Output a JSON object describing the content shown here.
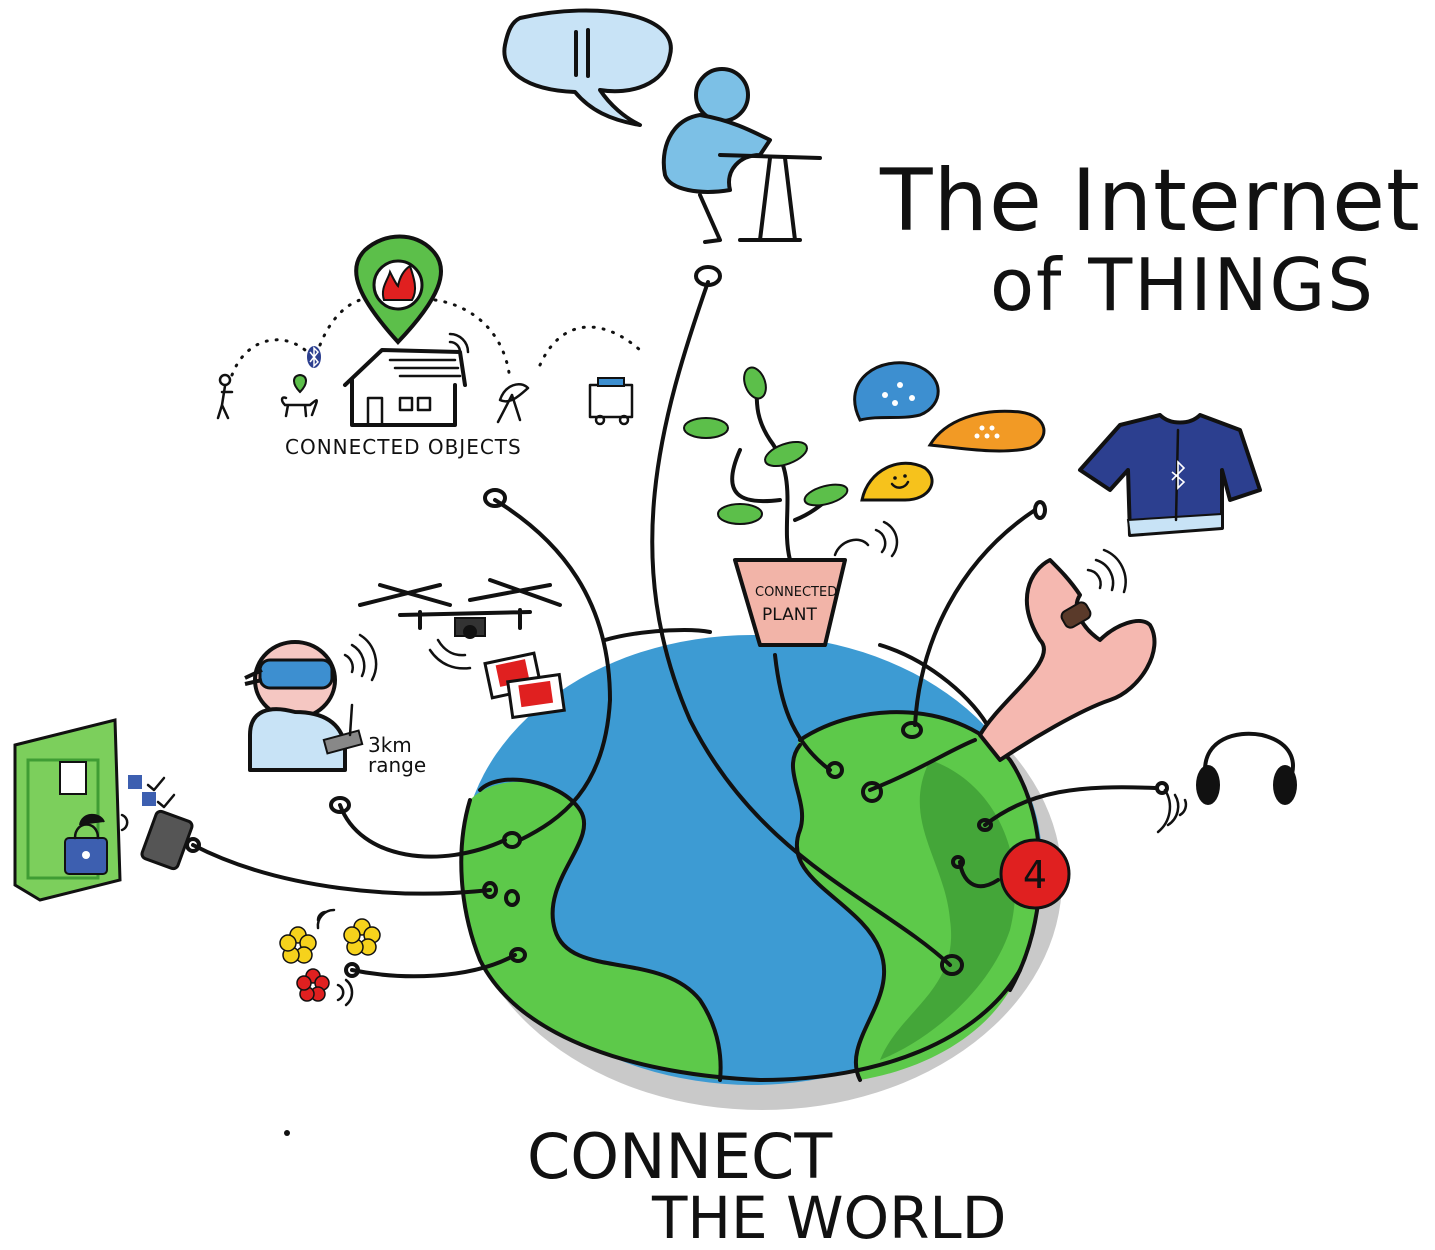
{
  "title": {
    "line1": "The Internet",
    "line2": "of THINGS"
  },
  "caption": {
    "line1": "CONNECT",
    "line2": "THE WORLD"
  },
  "labels": {
    "connected_objects": "CONNECTED OBJECTS",
    "plant_line1": "CONNECTED",
    "plant_line2": "PLANT",
    "drone_range_line1": "3km",
    "drone_range_line2": "range",
    "notification_count": "4"
  },
  "colors": {
    "ocean": "#3d9bd3",
    "land": "#5dc94a",
    "land_dark": "#3f9d34",
    "alert": "#e02020",
    "pin": "#5cbf4a",
    "bubble_blue": "#3d8fd0",
    "bubble_orange": "#f29a25",
    "bubble_yellow": "#f6c21c",
    "jacket": "#2c3f8f",
    "pot": "#f2b4a8",
    "skin": "#f5b8b0",
    "person_blue": "#7cc0e6",
    "door": "#7ccf5c"
  },
  "icons": [
    "speech-bubble-icon",
    "person-at-desk-icon",
    "location-pin-icon",
    "fire-icon",
    "house-icon",
    "bluetooth-icon",
    "wifi-signal-icon",
    "satellite-dish-icon",
    "truck-icon",
    "dog-icon",
    "walker-icon",
    "plant-icon",
    "rain-bubble-icon",
    "dots-bubble-icon",
    "smiley-bubble-icon",
    "jacket-icon",
    "hand-wearable-icon",
    "headphones-icon",
    "drone-icon",
    "vr-goggles-icon",
    "video-cards-icon",
    "smart-lock-door-icon",
    "phone-icon",
    "flowers-icon",
    "globe-icon",
    "notification-badge-icon"
  ]
}
